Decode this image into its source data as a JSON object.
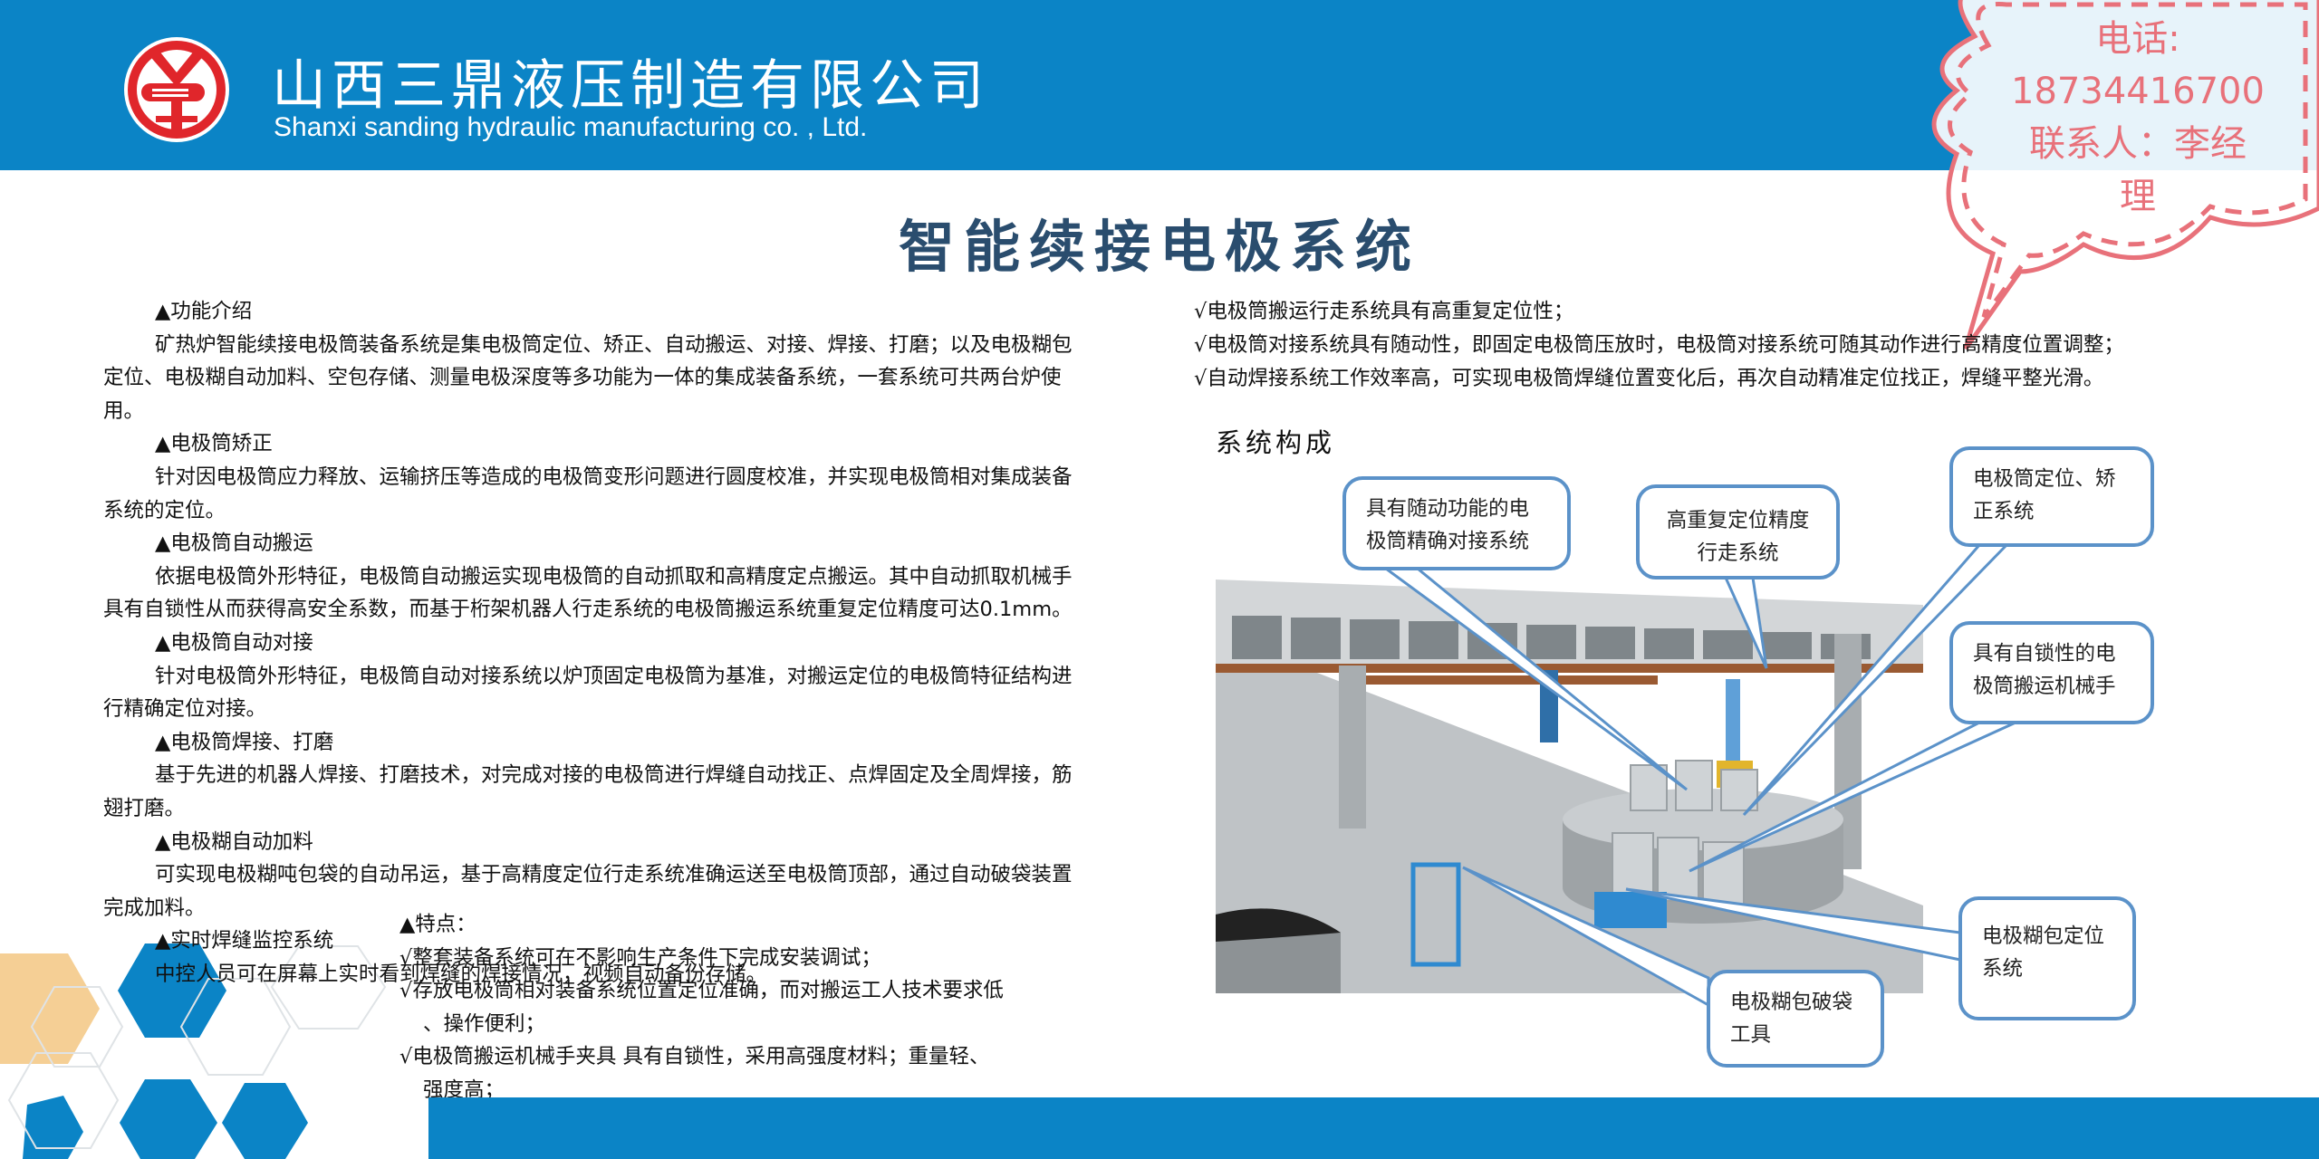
{
  "header": {
    "company_cn": "山西三鼎液压制造有限公司",
    "company_en": "Shanxi sanding hydraulic manufacturing co. , Ltd.",
    "brand_color": "#0b84c6"
  },
  "contact": {
    "phone_label": "电话:",
    "phone": "18734416700",
    "contact_line": "联系人：李经",
    "contact_line2": "理",
    "color": "#e8717a"
  },
  "title": "智能续接电极系统",
  "intro": [
    {
      "type": "h",
      "text": "▲功能介绍"
    },
    {
      "type": "p",
      "text": "矿热炉智能续接电极筒装备系统是集电极筒定位、矫正、自动搬运、对接、焊接、打磨；以及电极糊包定位、电极糊自动加料、空包存储、测量电极深度等多功能为一体的集成装备系统，一套系统可共两台炉使用。"
    },
    {
      "type": "h",
      "text": "▲电极筒矫正"
    },
    {
      "type": "p",
      "text": "针对因电极筒应力释放、运输挤压等造成的电极筒变形问题进行圆度校准，并实现电极筒相对集成装备系统的定位。"
    },
    {
      "type": "h",
      "text": "▲电极筒自动搬运"
    },
    {
      "type": "p",
      "text": "依据电极筒外形特征，电极筒自动搬运实现电极筒的自动抓取和高精度定点搬运。其中自动抓取机械手具有自锁性从而获得高安全系数，而基于桁架机器人行走系统的电极筒搬运系统重复定位精度可达0.1mm。"
    },
    {
      "type": "h",
      "text": "▲电极筒自动对接"
    },
    {
      "type": "p",
      "text": "针对电极筒外形特征，电极筒自动对接系统以炉顶固定电极筒为基准，对搬运定位的电极筒特征结构进行精确定位对接。"
    },
    {
      "type": "h",
      "text": "▲电极筒焊接、打磨"
    },
    {
      "type": "p",
      "text": "基于先进的机器人焊接、打磨技术，对完成对接的电极筒进行焊缝自动找正、点焊固定及全周焊接，筋翅打磨。"
    },
    {
      "type": "h",
      "text": "▲电极糊自动加料"
    },
    {
      "type": "p",
      "text": "可实现电极糊吨包袋的自动吊运，基于高精度定位行走系统准确运送至电极筒顶部，通过自动破袋装置完成加料。"
    },
    {
      "type": "h",
      "text": "▲实时焊缝监控系统"
    },
    {
      "type": "p",
      "text": "中控人员可在屏幕上实时看到焊缝的焊接情况，视频自动备份存储。"
    }
  ],
  "features": {
    "heading": "▲特点：",
    "items": [
      {
        "text": "√整套装备系统可在不影响生产条件下完成安装调试；",
        "cont": ""
      },
      {
        "text": "√存放电极筒相对装备系统位置定位准确，而对搬运工人技术要求低",
        "cont": "、操作便利；"
      },
      {
        "text": "√电极筒搬运机械手夹具 具有自锁性，采用高强度材料；重量轻、",
        "cont": "强度高；"
      }
    ]
  },
  "features_right": [
    "√电极筒搬运行走系统具有高重复定位性；",
    "√电极筒对接系统具有随动性，即固定电极筒压放时，电极筒对接系统可随其动作进行高精度位置调整；",
    "√自动焊接系统工作效率高，可实现电极筒焊缝位置变化后，再次自动精准定位找正，焊缝平整光滑。"
  ],
  "system": {
    "heading": "系统构成",
    "callouts": [
      "具有随动功能的电极筒精确对接系统",
      "高重复定位精度行走系统",
      "电极筒定位、矫正系统",
      "具有自锁性的电极筒搬运机械手",
      "电极糊包定位系统",
      "电极糊包破袋工具"
    ]
  }
}
